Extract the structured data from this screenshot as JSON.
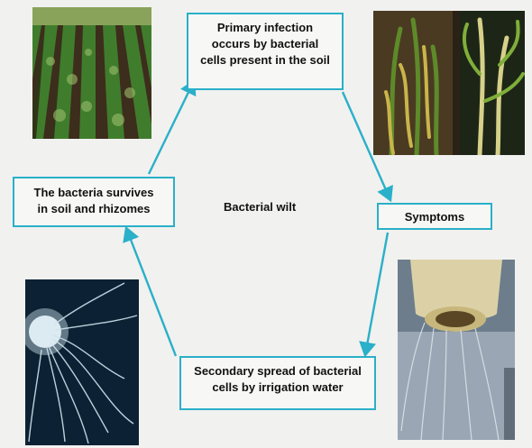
{
  "diagram": {
    "center_label": "Bacterial wilt",
    "nodes": {
      "primary": "Primary infection\noccurs by  bacterial\ncells present in the soil",
      "symptoms": "Symptoms",
      "secondary": "Secondary spread of bacterial\ncells by irrigation water",
      "survives": "The  bacteria survives\nin soil and rhizomes"
    },
    "colors": {
      "accent": "#2ab0c8",
      "text": "#111111",
      "background": "#f1f1f0"
    }
  }
}
